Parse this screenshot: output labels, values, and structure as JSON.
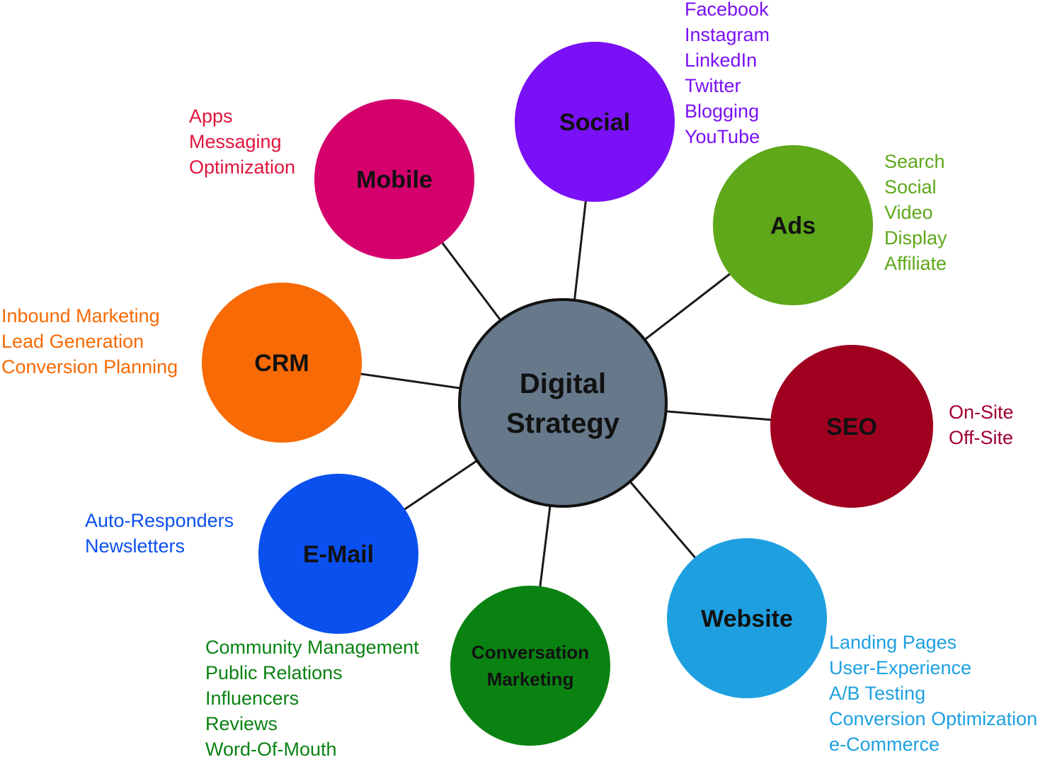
{
  "center": {
    "label_lines": [
      "Digital",
      "Strategy"
    ],
    "color": "#66788a"
  },
  "nodes": [
    {
      "id": "mobile",
      "label_lines": [
        "Mobile"
      ],
      "color": "#d4006c",
      "text_color": "#e0143c",
      "items": [
        "Apps",
        "Messaging",
        "Optimization"
      ]
    },
    {
      "id": "social",
      "label_lines": [
        "Social"
      ],
      "color": "#7a10f5",
      "text_color": "#7a10f5",
      "items": [
        "Facebook",
        "Instagram",
        "LinkedIn",
        "Twitter",
        "Blogging",
        "YouTube"
      ]
    },
    {
      "id": "ads",
      "label_lines": [
        "Ads"
      ],
      "color": "#5ea81a",
      "text_color": "#5ea81a",
      "items": [
        "Search",
        "Social",
        "Video",
        "Display",
        "Affiliate"
      ]
    },
    {
      "id": "seo",
      "label_lines": [
        "SEO"
      ],
      "color": "#a00020",
      "text_color": "#a00030",
      "items": [
        "On-Site",
        "Off-Site"
      ]
    },
    {
      "id": "website",
      "label_lines": [
        "Website"
      ],
      "color": "#1ea0e0",
      "text_color": "#1ea0e0",
      "items": [
        "Landing Pages",
        "User-Experience",
        "A/B Testing",
        "Conversion Optimization",
        "e-Commerce"
      ]
    },
    {
      "id": "conversation-marketing",
      "label_lines": [
        "Conversation",
        "Marketing"
      ],
      "color": "#0a8212",
      "text_color": "#0a8212",
      "items": [
        "Community Management",
        "Public Relations",
        "Influencers",
        "Reviews",
        "Word-Of-Mouth"
      ]
    },
    {
      "id": "email",
      "label_lines": [
        "E-Mail"
      ],
      "color": "#0a50ee",
      "text_color": "#0a50ee",
      "items": [
        "Auto-Responders",
        "Newsletters"
      ]
    },
    {
      "id": "crm",
      "label_lines": [
        "CRM"
      ],
      "color": "#f76a05",
      "text_color": "#f76a05",
      "items": [
        "Inbound Marketing",
        "Lead Generation",
        "Conversion Planning"
      ]
    }
  ]
}
